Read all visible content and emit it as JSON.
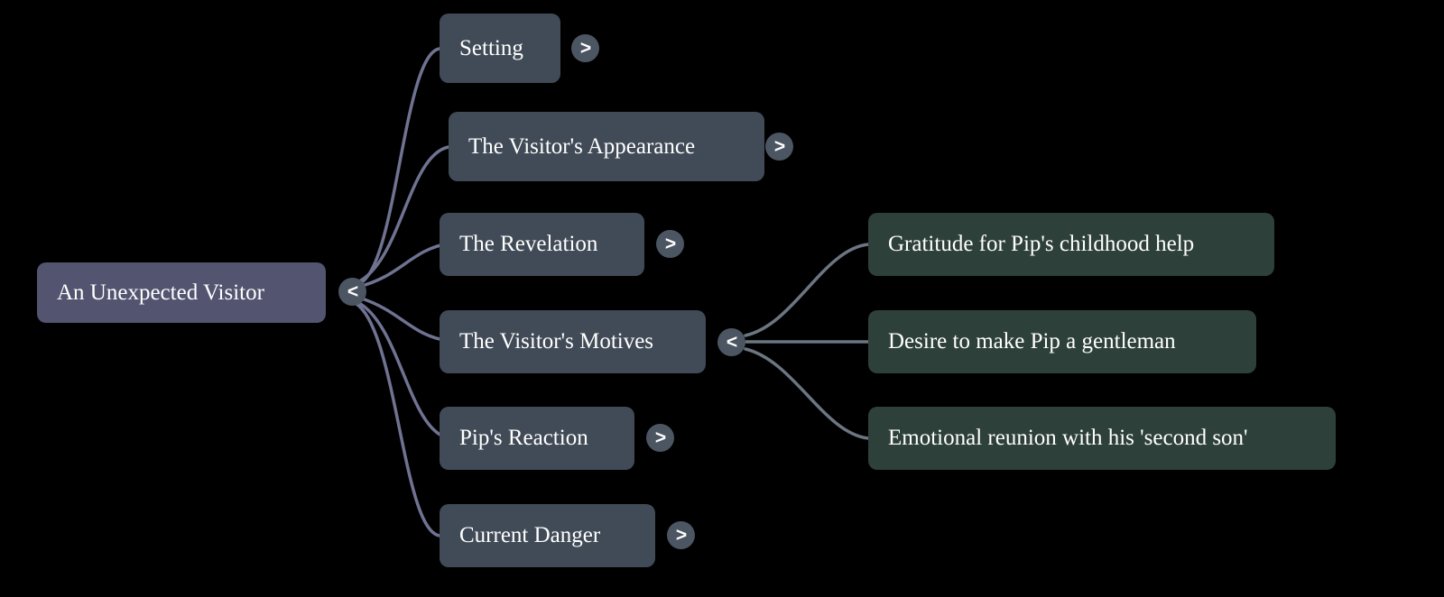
{
  "diagram": {
    "type": "mindmap",
    "background": "#000000",
    "colors": {
      "root_fill": "#535570",
      "branch_fill": "#414b57",
      "leaf_fill": "#2e403a",
      "toggle_fill": "#4c5662",
      "text": "#ffffff",
      "edge_left": "#6f7391",
      "edge_right": "#6b7682"
    },
    "root": {
      "label": "An Unexpected Visitor",
      "toggle": {
        "glyph": "<",
        "state": "expanded"
      }
    },
    "branches": [
      {
        "label": "Setting",
        "toggle": {
          "glyph": ">",
          "state": "collapsed"
        }
      },
      {
        "label": "The Visitor's Appearance",
        "toggle": {
          "glyph": ">",
          "state": "collapsed"
        }
      },
      {
        "label": "The Revelation",
        "toggle": {
          "glyph": ">",
          "state": "collapsed"
        }
      },
      {
        "label": "The Visitor's Motives",
        "toggle": {
          "glyph": "<",
          "state": "expanded"
        }
      },
      {
        "label": "Pip's Reaction",
        "toggle": {
          "glyph": ">",
          "state": "collapsed"
        }
      },
      {
        "label": "Current Danger",
        "toggle": {
          "glyph": ">",
          "state": "collapsed"
        }
      }
    ],
    "leaves": [
      {
        "label": "Gratitude for Pip's childhood help",
        "parent": "The Visitor's Motives"
      },
      {
        "label": "Desire to make Pip a gentleman",
        "parent": "The Visitor's Motives"
      },
      {
        "label": "Emotional reunion with his 'second son'",
        "parent": "The Visitor's Motives"
      }
    ]
  }
}
